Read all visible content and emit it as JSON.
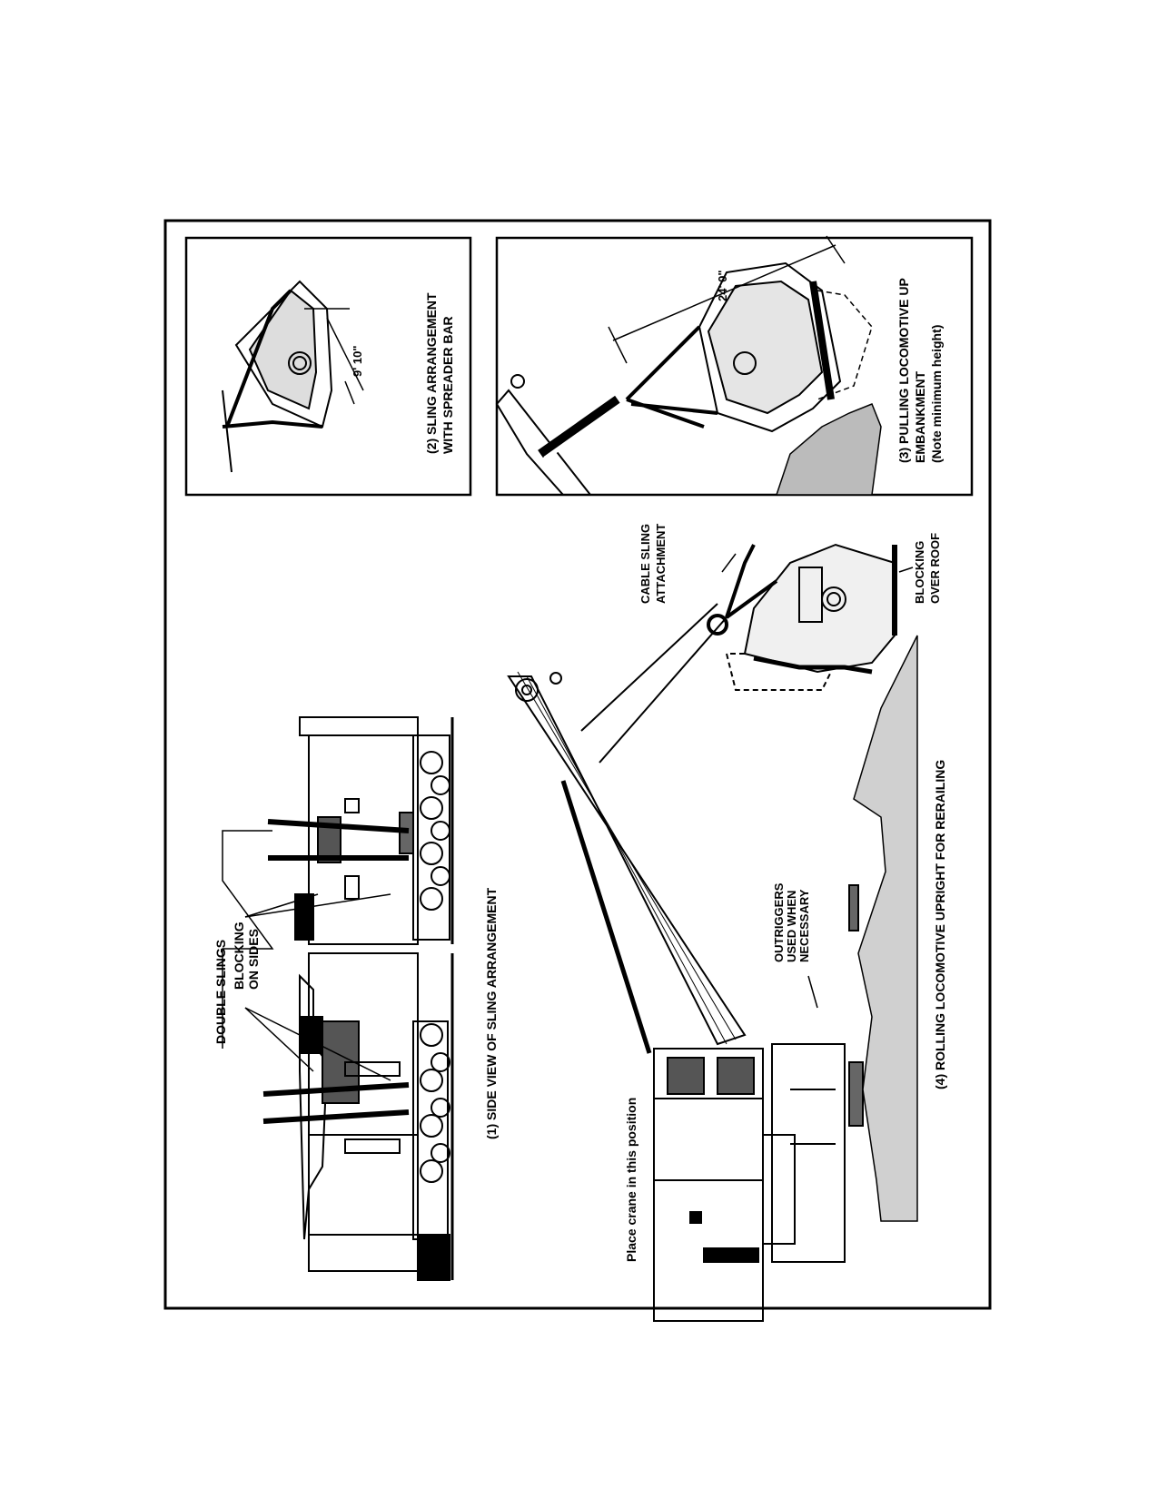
{
  "labels": {
    "double_slings": "DOUBLE SLINGS",
    "blocking_on_sides_1": "BLOCKING",
    "blocking_on_sides_2": "ON SIDES",
    "caption_1": "(1) SIDE VIEW OF  SLING ARRANGEMENT",
    "caption_2_line1": "(2) SLING ARRANGEMENT",
    "caption_2_line2": "WITH SPREADER BAR",
    "dim_2": "9' 10\"",
    "caption_3_line1": "(3) PULLING LOCOMOTIVE UP",
    "caption_3_line2": "EMBANKMENT",
    "caption_3_line3": "(Note minimum height)",
    "dim_3": "24' 0\"",
    "place_crane": "Place crane in this position",
    "outriggers_1": "OUTRIGGERS",
    "outriggers_2": "USED WHEN",
    "outriggers_3": "NECESSARY",
    "cable_sling_1": "CABLE SLING",
    "cable_sling_2": "ATTACHMENT",
    "blocking_roof_1": "BLOCKING",
    "blocking_roof_2": "OVER ROOF",
    "caption_4": "(4) ROLLING LOCOMOTIVE  UPRIGHT FOR RERAILING"
  },
  "icons": {
    "locomotive": "locomotive-icon",
    "crane": "crane-icon",
    "sling": "sling-icon"
  }
}
